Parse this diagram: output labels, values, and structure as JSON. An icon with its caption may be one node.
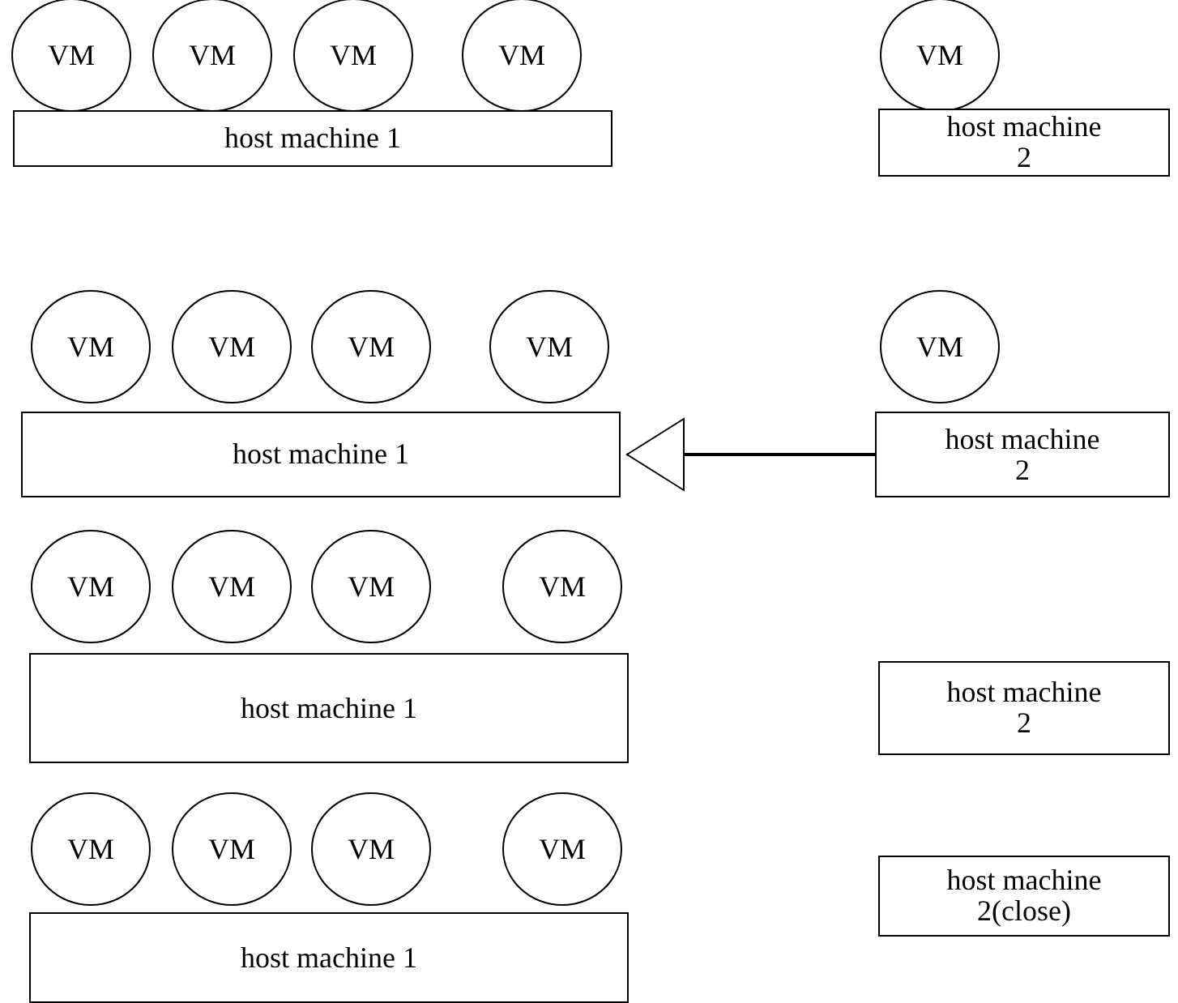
{
  "diagram": {
    "nodes": [
      {
        "text": [
          "VM"
        ]
      },
      {
        "text": [
          "VM"
        ]
      },
      {
        "text": [
          "VM"
        ]
      },
      {
        "text": [
          "VM"
        ]
      },
      {
        "text": [
          "VM"
        ]
      },
      {
        "text": [
          "host machine 1"
        ]
      },
      {
        "text": [
          "host machine 2"
        ]
      },
      {
        "text": [
          "VM"
        ]
      },
      {
        "text": [
          "VM"
        ]
      },
      {
        "text": [
          "VM"
        ]
      },
      {
        "text": [
          "VM"
        ]
      },
      {
        "text": [
          "VM"
        ]
      },
      {
        "text": [
          "host machine 1"
        ]
      },
      {
        "text": [
          "host machine 2"
        ]
      },
      {
        "text": [
          "VM"
        ]
      },
      {
        "text": [
          "VM"
        ]
      },
      {
        "text": [
          "VM"
        ]
      },
      {
        "text": [
          "VM"
        ]
      },
      {
        "text": [
          "host machine 1"
        ]
      },
      {
        "text": [
          "host machine 2"
        ]
      },
      {
        "text": [
          "VM"
        ]
      },
      {
        "text": [
          "VM"
        ]
      },
      {
        "text": [
          "VM"
        ]
      },
      {
        "text": [
          "VM"
        ]
      },
      {
        "text": [
          "host machine 1"
        ]
      },
      {
        "text": [
          "host machine 2(close)"
        ]
      }
    ],
    "edges": [
      {
        "from": 13,
        "to": 12,
        "arrow": "to"
      }
    ]
  }
}
